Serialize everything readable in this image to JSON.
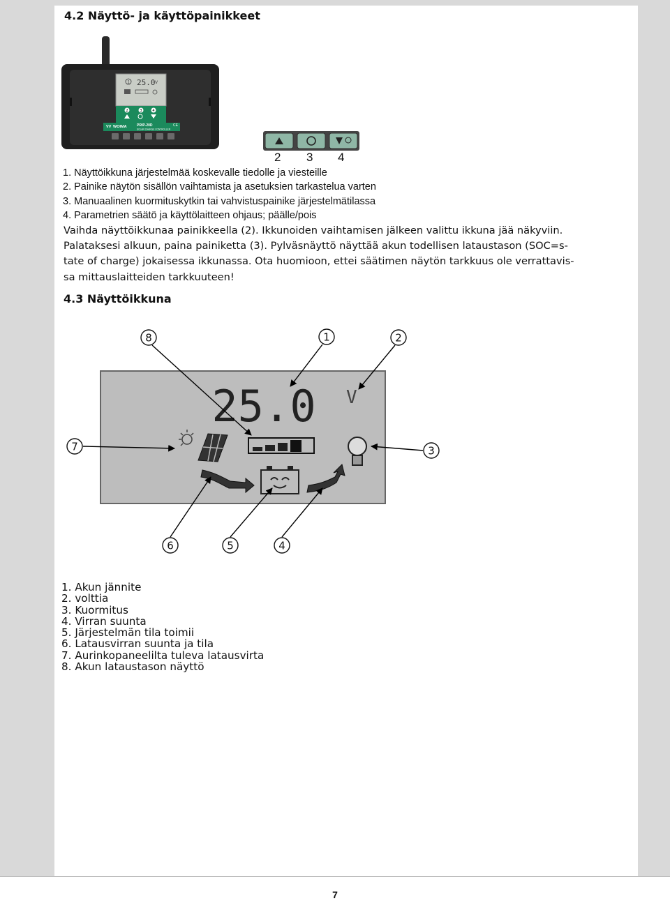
{
  "section_42_title": "4.2  Näyttö- ja käyttöpainikkeet",
  "device": {
    "brand": "WOIMA",
    "model": "PRIP-20D",
    "subtitle": "SOLAR CHARGE CONTROLLER",
    "ce": "CE",
    "display_value": "25.0",
    "unit": "V"
  },
  "button_numbers": [
    "2",
    "3",
    "4"
  ],
  "list_42": [
    "1.  Näyttöikkuna järjestelmää koskevalle tiedolle ja viesteille",
    "2.  Painike näytön sisällön vaihtamista ja asetuksien tarkastelua varten",
    "3.  Manuaalinen kuormituskytkin tai vahvistuspainike järjestelmätilassa",
    "4.  Parametrien säätö ja käyttölaitteen ohjaus; päälle/pois"
  ],
  "paragraph_lines": [
    "Vaihda näyttöikkunaa painikkeella (2). Ikkunoiden vaihtamisen jälkeen valittu ikkuna jää näkyviin.",
    "Palataksesi alkuun, paina painiketta (3). Pylväsnäyttö näyttää akun todellisen lataustason (SOC=s-",
    "tate of charge) jokaisessa ikkunassa. Ota huomioon, ettei säätimen näytön tarkkuus ole verrattavis-",
    "sa mittauslaitteiden tarkkuuteen!"
  ],
  "section_43_title": "4.3  Näyttöikkuna",
  "display": {
    "value": "25.0",
    "unit": "V",
    "callouts": [
      "8",
      "1",
      "2",
      "7",
      "3",
      "6",
      "5",
      "4"
    ]
  },
  "list_43": [
    "1.  Akun jännite",
    "2.  volttia",
    "3.  Kuormitus",
    "4.  Virran suunta",
    "5.  Järjestelmän tila toimii",
    "6.  Latausvirran suunta ja tila",
    "7.  Aurinkopaneelilta tuleva latausvirta",
    "8.  Akun lataustason näyttö"
  ],
  "page_number": "7"
}
